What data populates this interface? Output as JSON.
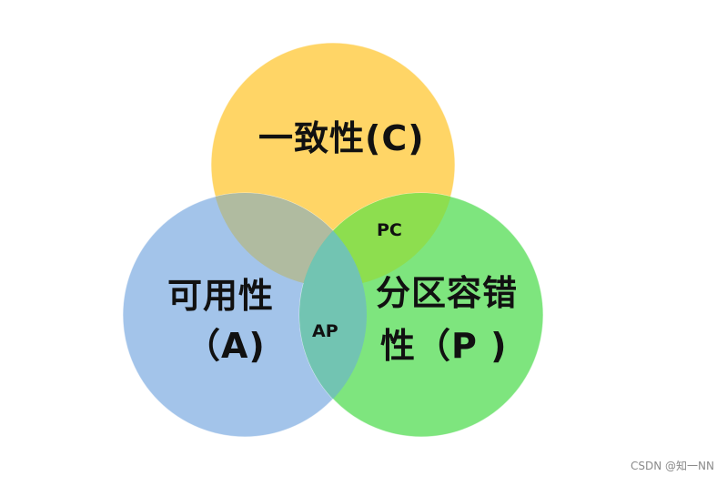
{
  "venn": {
    "circles": {
      "consistency": {
        "label": "一致性(C)",
        "color": "#FFD566"
      },
      "availability": {
        "label_line1": "可用性",
        "label_line2": "（A)",
        "color": "#A3C4EA"
      },
      "partition": {
        "label_line1": "分区容错",
        "label_line2": "性（P )",
        "color": "#7EE57E"
      }
    },
    "overlaps": {
      "pc": {
        "label": "PC",
        "color": "#8DDE4F"
      },
      "ap": {
        "label": "AP",
        "color": "#72C4B2"
      },
      "ca": {
        "color": "#B0BBA0"
      }
    }
  },
  "watermark": "CSDN @知一NN"
}
